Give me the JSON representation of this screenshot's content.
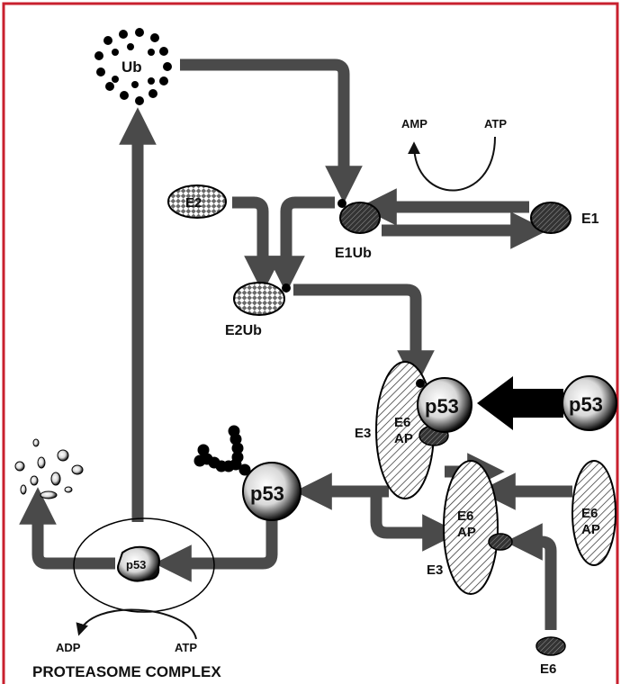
{
  "ub_label": "Ub",
  "e2_label": "E2",
  "e2ub_label": "E2Ub",
  "e1ub_label": "E1Ub",
  "e1_label": "E1",
  "amp_label": "AMP",
  "atp_label": "ATP",
  "e6ap_top": {
    "line1": "E6",
    "line2": "AP"
  },
  "e6ap_mid": {
    "line1": "E6",
    "line2": "AP"
  },
  "e6ap_right": {
    "line1": "E6",
    "line2": "AP"
  },
  "e3_top_label": "E3",
  "e3_mid_label": "E3",
  "p53_label": "p53",
  "p53_free_label": "p53",
  "p53_polyub_label": "p53",
  "p53_proteasome_label": "p53",
  "e6_label": "E6",
  "adp_label": "ADP",
  "atp_bottom_label": "ATP",
  "proteasome_label": "PROTEASOME COMPLEX",
  "colors": {
    "frame": "#c8202e",
    "arrow": "#4a4a4a",
    "ink": "#111111"
  }
}
